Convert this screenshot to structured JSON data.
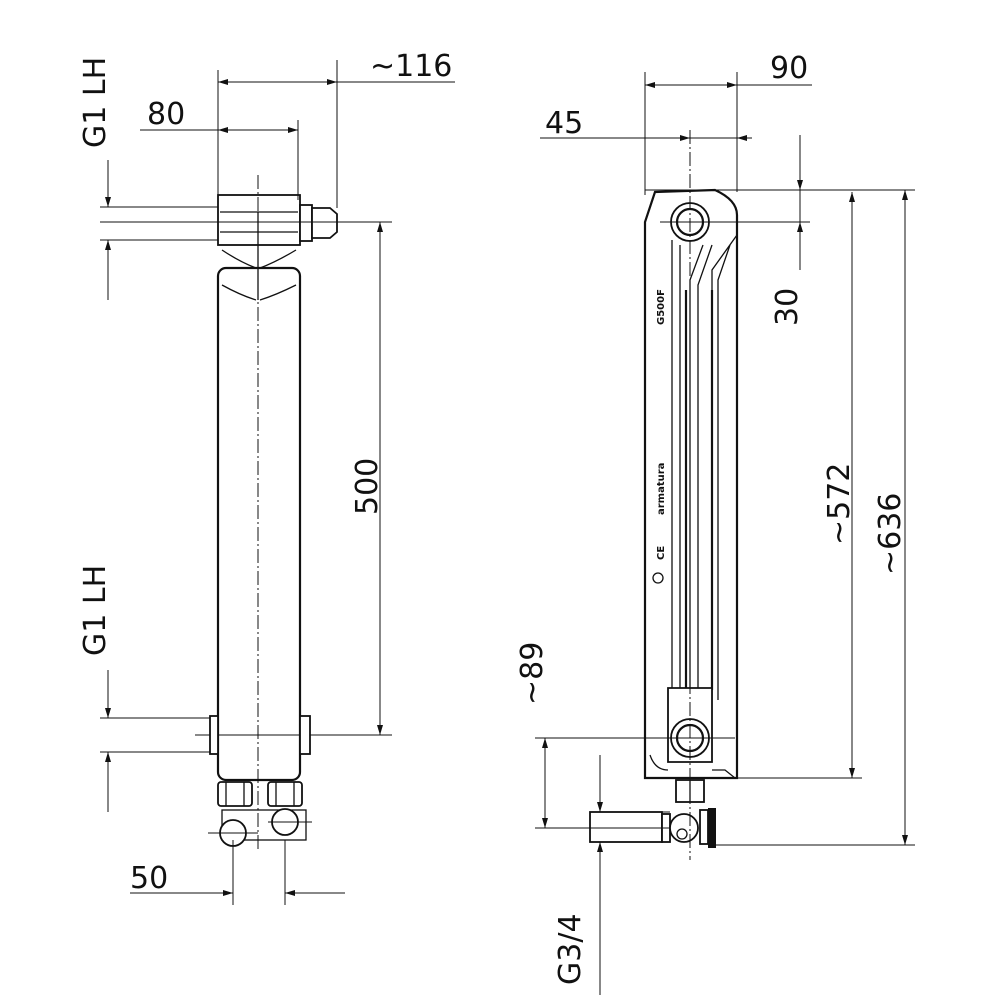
{
  "drawing": {
    "front_view": {
      "dim_width_total": "~116",
      "dim_width": "80",
      "dim_axis_height": "500",
      "dim_connection_spacing": "50",
      "thread_top": "G1 LH",
      "thread_bottom": "G1 LH"
    },
    "side_view": {
      "dim_depth": "90",
      "dim_half_depth": "45",
      "dim_top_offset": "30",
      "dim_height_body": "~572",
      "dim_height_total": "~636",
      "dim_bottom_offset": "~89",
      "thread_valve": "G3/4",
      "model_marking": "G500F",
      "brand_marking": "armatura",
      "ce_marking": "CE"
    }
  }
}
